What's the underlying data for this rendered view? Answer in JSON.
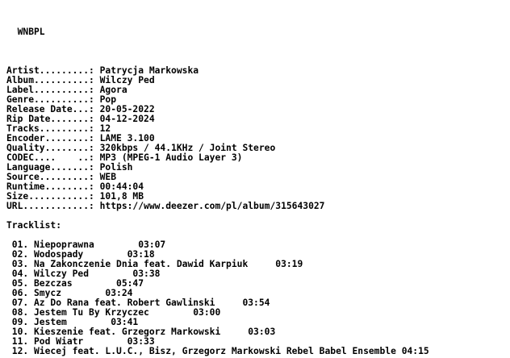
{
  "title_line": "  WNBPL",
  "info": [
    "Artist.........: Patrycja Markowska",
    "Album..........: Wilczy Ped",
    "Label..........: Agora",
    "Genre..........: Pop",
    "Release Date...: 20-05-2022",
    "Rip Date.......: 04-12-2024",
    "Tracks.........: 12",
    "Encoder........: LAME 3.100",
    "Quality........: 320kbps / 44.1KHz / Joint Stereo",
    "CODEC....    ..: MP3 (MPEG-1 Audio Layer 3)",
    "Language.......: Polish",
    "Source.........: WEB",
    "Runtime........: 00:44:04",
    "Size...........: 101,8 MB",
    "URL............: https://www.deezer.com/pl/album/315643027"
  ],
  "tracklist_header": "Tracklist:",
  "tracks": [
    " 01. Niepoprawna        03:07",
    " 02. Wodospady        03:18",
    " 03. Na Zakonczenie Dnia feat. Dawid Karpiuk     03:19",
    " 04. Wilczy Ped        03:38",
    " 05. Bezczas        05:47",
    " 06. Smycz        03:24",
    " 07. Az Do Rana feat. Robert Gawlinski     03:54",
    " 08. Jestem Tu By Krzyczec        03:00",
    " 09. Jestem        03:41",
    " 10. Kieszenie feat. Grzegorz Markowski     03:03",
    " 11. Pod Wiatr        03:33",
    " 12. Wiecej feat. L.U.C., Bisz, Grzegorz Markowski Rebel Babel Ensemble 04:15"
  ]
}
